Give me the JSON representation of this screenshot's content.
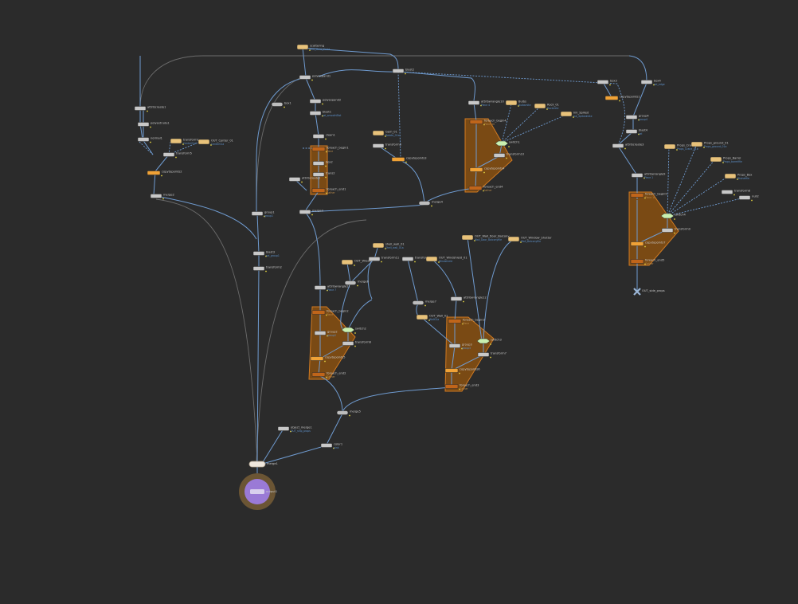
{
  "network": {
    "nodes": {
      "n_scattering": {
        "label": "scattering",
        "sub": "Rnd_Moss_Scatt"
      },
      "n_polyexpand1": {
        "label": "polyexpand1"
      },
      "n_blast2": {
        "label": "blast2"
      },
      "n_polyexpand2": {
        "label": "polyexpand2"
      },
      "n_blast1": {
        "label": "blast1",
        "sub": "sel_smoothBlst"
      },
      "n_attribcreate1": {
        "label": "attribcreate1"
      },
      "n_box1": {
        "label": "box1"
      },
      "n_polyextrude1": {
        "label": "polyextrude1"
      },
      "n_normal1": {
        "label": "normal1"
      },
      "n_xf_center": {
        "label": "OUT_Center_01",
        "sub": "Center01a"
      },
      "n_xform_a": {
        "label": "transform1",
        "sub": "Center01a"
      },
      "n_copytopoints2": {
        "label": "copytopoints2"
      },
      "n_transform5": {
        "label": "transform5"
      },
      "n_merge2": {
        "label": "merge2"
      },
      "n_foreach_begin1": {
        "label": "foreach_begin1",
        "sub": "Piece"
      },
      "n_box2": {
        "label": "box2"
      },
      "n_trans2": {
        "label": "trans2"
      },
      "n_foreach_end1": {
        "label": "foreach_end1",
        "sub": "Gather"
      },
      "n_clean1": {
        "label": "clean1"
      },
      "n_attribcreate2": {
        "label": "attribcreate2"
      },
      "n_group1": {
        "label": "group1",
        "sub": "group1"
      },
      "n_blast3": {
        "label": "blast3",
        "sub": "sel_group1"
      },
      "n_null1": {
        "label": "transform2"
      },
      "n_gem": {
        "label": "Gem_01",
        "sub": "Rotate_01e"
      },
      "n_transform3": {
        "label": "transform3"
      },
      "n_copytopoints3": {
        "label": "copytopoints3"
      },
      "n_merge4": {
        "label": "merge4"
      },
      "n_attribwrangle10": {
        "label": "attribwrangle10",
        "sub": "Piece 4"
      },
      "n_bulbs": {
        "label": "Bulbs",
        "sub": "Bulbsmite"
      },
      "n_rock": {
        "label": "Rock_01",
        "sub": "Rockmite"
      },
      "n_spikes": {
        "label": "Ink_Spiked",
        "sub": "Ink_Spikedmite"
      },
      "n_foreach_begin4": {
        "label": "foreach_begin4",
        "sub": "Piece 10"
      },
      "n_switch1": {
        "label": "switch1"
      },
      "n_transform10": {
        "label": "transform10"
      },
      "n_copytopoints4": {
        "label": "copytopoints4"
      },
      "n_foreach_end4": {
        "label": "foreach_end4",
        "sub": "Gather"
      },
      "n_merge3": {
        "label": "merge3"
      },
      "n_merge6": {
        "label": "merge6"
      },
      "n_merge7": {
        "label": "merge7"
      },
      "n_shell": {
        "label": "shell_wall_01",
        "sub": "Shell_wall_01a"
      },
      "n_transform11": {
        "label": "transform11"
      },
      "n_transform12": {
        "label": "transform12"
      },
      "n_out_wreath": {
        "label": "OUT_Wreath"
      },
      "n_windshield": {
        "label": "OUT_Windshield_01",
        "sub": "Windshield"
      },
      "n_ob_wall": {
        "label": "OUT_Wall_Door_Balcony",
        "sub": "Wall_Door_Balconyfile"
      },
      "n_ob_window": {
        "label": "OUT_Window_Shutter",
        "sub": "Wall_Balconyfile"
      },
      "n_ob_wall01": {
        "label": "OUT_Wall_01",
        "sub": "Wall01a"
      },
      "n_attribwrangle11": {
        "label": "attribwrangle11",
        "sub": "Piece 7"
      },
      "n_foreach_begin2": {
        "label": "foreach_begin2",
        "sub": "Piece"
      },
      "n_group2": {
        "label": "group2",
        "sub": "group2"
      },
      "n_switch2": {
        "label": "switch2"
      },
      "n_transform6": {
        "label": "transform6"
      },
      "n_copytopoints5": {
        "label": "copytopoints5"
      },
      "n_foreach_end2": {
        "label": "foreach_end2",
        "sub": "Gather"
      },
      "n_attribwrangle12": {
        "label": "attribwrangle12"
      },
      "n_foreach_begin3": {
        "label": "foreach_begin3",
        "sub": "Piece"
      },
      "n_group3": {
        "label": "group3",
        "sub": "group3"
      },
      "n_switch3": {
        "label": "switch3"
      },
      "n_transform7": {
        "label": "transform7"
      },
      "n_copytopoints6": {
        "label": "copytopoints6"
      },
      "n_foreach_end3": {
        "label": "foreach_end3",
        "sub": "Gather"
      },
      "n_merge5": {
        "label": "merge5"
      },
      "n_object_merge": {
        "label": "object_merge1",
        "sub": "OUT_ship_props"
      },
      "n_color1": {
        "label": "color1",
        "sub": "pink"
      },
      "n_merge1": {
        "label": "merge1"
      },
      "n_output": {
        "label": "output1"
      },
      "n_box3": {
        "label": "box3"
      },
      "n_box4": {
        "label": "box4",
        "sub": "sel_edge"
      },
      "n_copytopoints1": {
        "label": "copytopoints1"
      },
      "n_group4": {
        "label": "group4",
        "sub": "group4"
      },
      "n_blast4": {
        "label": "blast4",
        "sub": "sel"
      },
      "n_attribcreate3": {
        "label": "attribcreate3"
      },
      "n_attribwrangle9": {
        "label": "attribwrangle9",
        "sub": "Piece 1"
      },
      "n_props_crane": {
        "label": "Props_Crane_01",
        "sub": "Props_Crane_01b"
      },
      "n_props_ground": {
        "label": "Props_ground_01",
        "sub": "Props_ground_01a"
      },
      "n_props_barrel": {
        "label": "Props_Barrel",
        "sub": "Props_barrelfile"
      },
      "n_props_box": {
        "label": "Props_Box",
        "sub": "Bkshelfile"
      },
      "n_transform8": {
        "label": "transform8"
      },
      "n_null2": {
        "label": "null2"
      },
      "n_foreach_begin5": {
        "label": "foreach_begin5",
        "sub": "Piece 10"
      },
      "n_switch4": {
        "label": "switch4"
      },
      "n_transform9": {
        "label": "transform9"
      },
      "n_copytopoints7": {
        "label": "copytopoints7"
      },
      "n_foreach_end5": {
        "label": "foreach_end5",
        "sub": "Gather"
      },
      "n_out_props": {
        "label": "OUT_side_props"
      }
    }
  },
  "colors": {
    "background": "#2b2b2b",
    "wire": "#6f9bd0",
    "loop_fill": "#7a4a14",
    "loop_border": "#d07a22",
    "file_node": "#e8c27a",
    "copy_node": "#f0a236",
    "default_node": "#c8c8c8",
    "switch_node": "#c9f0b0",
    "output_ring": "#6b5534",
    "output_fill": "#9a7ad6"
  }
}
